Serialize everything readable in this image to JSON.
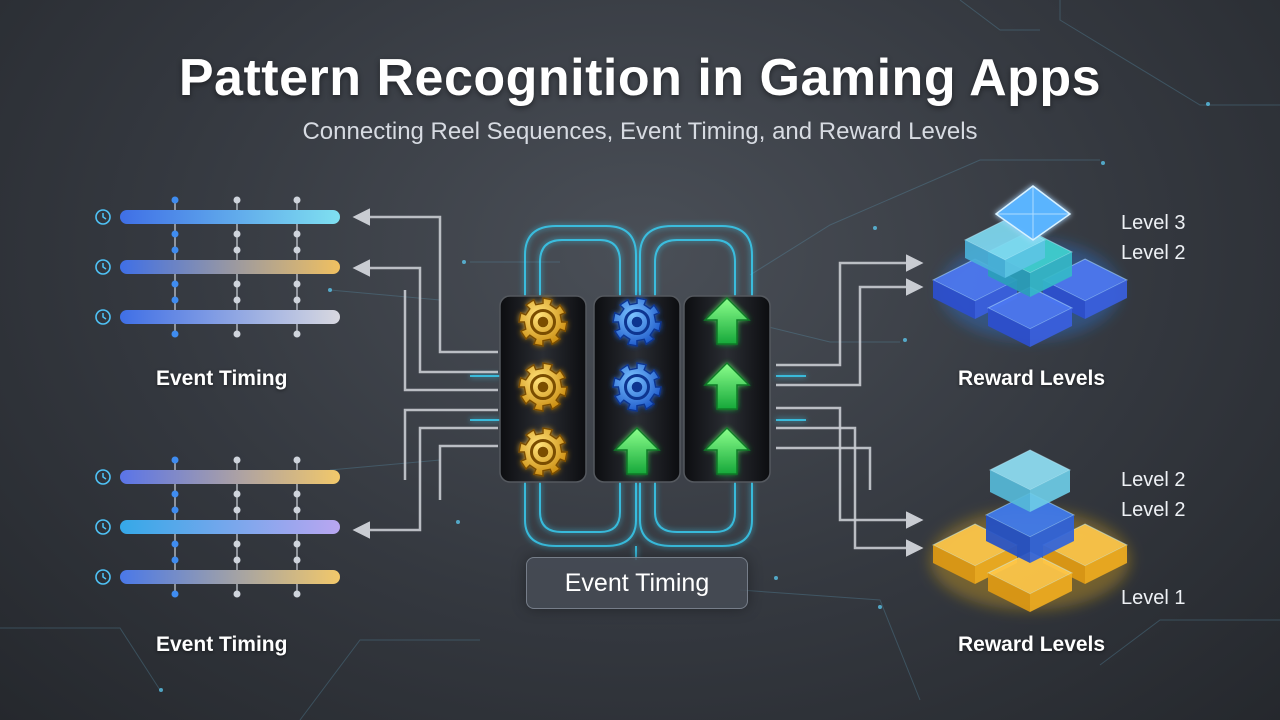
{
  "header": {
    "title": "Pattern Recognition in Gaming Apps",
    "subtitle": "Connecting Reel Sequences, Event Timing, and Reward Levels"
  },
  "timing_panels": [
    {
      "label": "Event Timing",
      "bars": [
        [
          "#3f6fe6",
          "#7fe0f0"
        ],
        [
          "#3f6fe6",
          "#f0c060"
        ],
        [
          "#3f6fe6",
          "#d8d8e0"
        ]
      ]
    },
    {
      "label": "Event Timing",
      "bars": [
        [
          "#5a74e8",
          "#f2c86a"
        ],
        [
          "#35a8e8",
          "#b9a6f0"
        ],
        [
          "#4a78e8",
          "#f2c86a"
        ]
      ]
    }
  ],
  "reels": {
    "columns": [
      [
        "gear-gold",
        "gear-gold",
        "gear-gold"
      ],
      [
        "gear-blue",
        "gear-blue",
        "arrow-green"
      ],
      [
        "arrow-green",
        "arrow-green",
        "arrow-green"
      ]
    ],
    "center_label": "Event Timing"
  },
  "reward_panels": [
    {
      "label": "Reward Levels",
      "levels": [
        "Level 3",
        "Level 2"
      ]
    },
    {
      "label": "Reward Levels",
      "levels": [
        "Level 2",
        "Level 2",
        "Level 1"
      ]
    }
  ],
  "colors": {
    "accent_cyan": "#38d8ff",
    "gold": "#f2b51c",
    "blue": "#2f7df0",
    "green": "#2fd34f",
    "connector": "#c9ccd2"
  }
}
